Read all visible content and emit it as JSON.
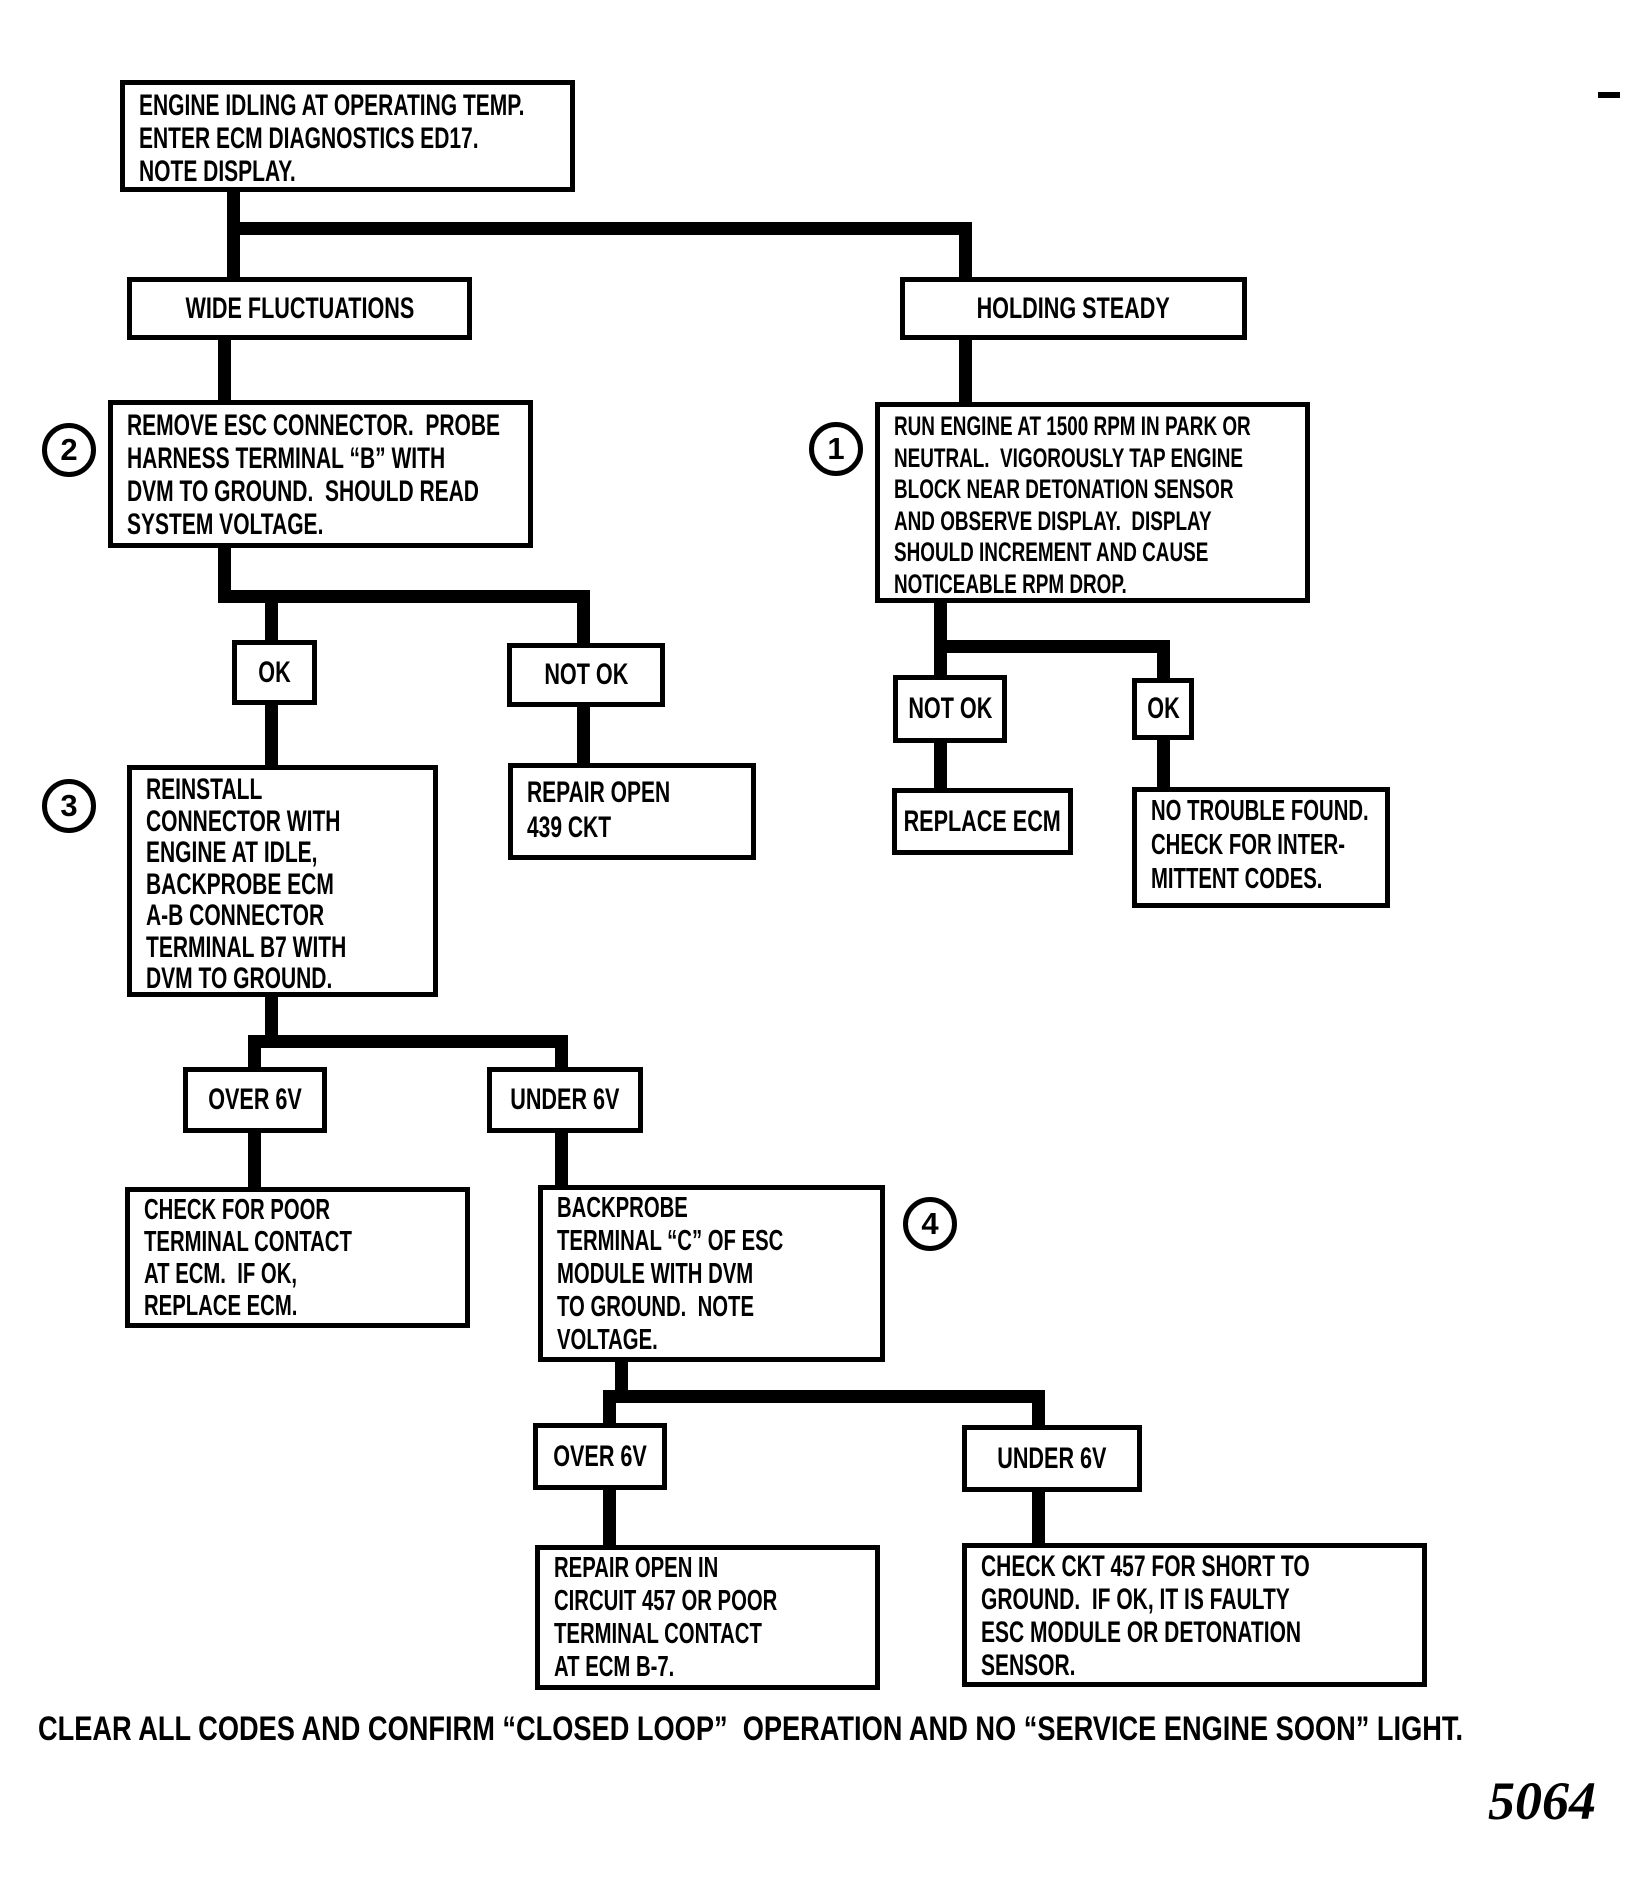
{
  "flowchart": {
    "start": "ENGINE IDLING AT OPERATING TEMP.\nENTER ECM DIAGNOSTICS ED17.\nNOTE DISPLAY.",
    "branches": {
      "left": "WIDE FLUCTUATIONS",
      "right": "HOLDING STEADY"
    },
    "steps": {
      "step1": {
        "number": "1",
        "text": "RUN ENGINE AT 1500 RPM IN PARK OR\nNEUTRAL.  VIGOROUSLY TAP ENGINE\nBLOCK NEAR DETONATION SENSOR\nAND OBSERVE DISPLAY.  DISPLAY\nSHOULD INCREMENT AND CAUSE\nNOTICEABLE RPM DROP."
      },
      "step2": {
        "number": "2",
        "text": "REMOVE ESC CONNECTOR.  PROBE\nHARNESS TERMINAL “B” WITH\nDVM TO GROUND.  SHOULD READ\nSYSTEM VOLTAGE."
      },
      "step3": {
        "number": "3",
        "text": "REINSTALL\nCONNECTOR WITH\nENGINE AT IDLE,\nBACKPROBE ECM\nA-B CONNECTOR\nTERMINAL B7 WITH\nDVM TO GROUND."
      },
      "step4": {
        "number": "4",
        "text": "BACKPROBE\nTERMINAL “C” OF ESC\nMODULE WITH DVM\nTO GROUND.  NOTE\nVOLTAGE."
      }
    },
    "labels": {
      "ok": "OK",
      "not_ok": "NOT OK",
      "over_6v": "OVER 6V",
      "under_6v": "UNDER 6V",
      "replace_ecm": "REPLACE ECM"
    },
    "outcomes": {
      "repair_439": "REPAIR OPEN\n439 CKT",
      "no_trouble": "NO TROUBLE FOUND.\nCHECK FOR INTER-\nMITTENT CODES.",
      "check_poor": "CHECK FOR POOR\nTERMINAL CONTACT\nAT ECM.  IF OK,\nREPLACE ECM.",
      "repair_457": "REPAIR OPEN IN\nCIRCUIT 457 OR POOR\nTERMINAL CONTACT\nAT ECM B-7.",
      "check_ckt_457": "CHECK CKT 457 FOR SHORT TO\nGROUND.  IF OK, IT IS FAULTY\nESC MODULE OR DETONATION\nSENSOR."
    },
    "footer_note": "CLEAR ALL CODES AND CONFIRM “CLOSED LOOP”  OPERATION AND NO “SERVICE ENGINE SOON” LIGHT.",
    "figure_number": "5064"
  }
}
